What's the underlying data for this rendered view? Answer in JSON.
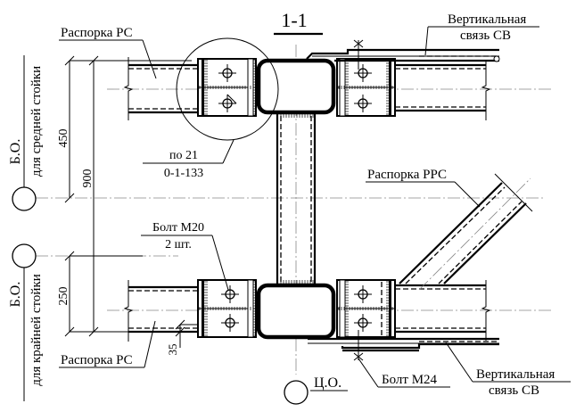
{
  "title": "1-1",
  "labels": {
    "strut_top": "Распорка РС",
    "strut_bottom": "Распорка РС",
    "vertical_brace_top_line1": "Вертикальная",
    "vertical_brace_top_line2": "связь СВ",
    "vertical_brace_bottom_line1": "Вертикальная",
    "vertical_brace_bottom_line2": "связь СВ",
    "node_ref_line1": "по 21",
    "node_ref_line2": "0-1-133",
    "diagonal_strut": "Распорка РРС",
    "bolt_m20_line1": "Болт М20",
    "bolt_m20_line2": "2 шт.",
    "bolt_m24": "Болт М24",
    "center_axis": "Ц.О.",
    "axis_middle_line1": "Б.О.",
    "axis_middle_line2": "для средней стойки",
    "axis_edge_line1": "Б.О.",
    "axis_edge_line2": "для крайней стойки"
  },
  "dimensions": {
    "top_offset": "450",
    "total_height": "900",
    "bottom_offset": "250",
    "edge_offset": "35"
  },
  "colors": {
    "ink": "#000000",
    "axis_line": "#888888",
    "paper": "#ffffff"
  }
}
